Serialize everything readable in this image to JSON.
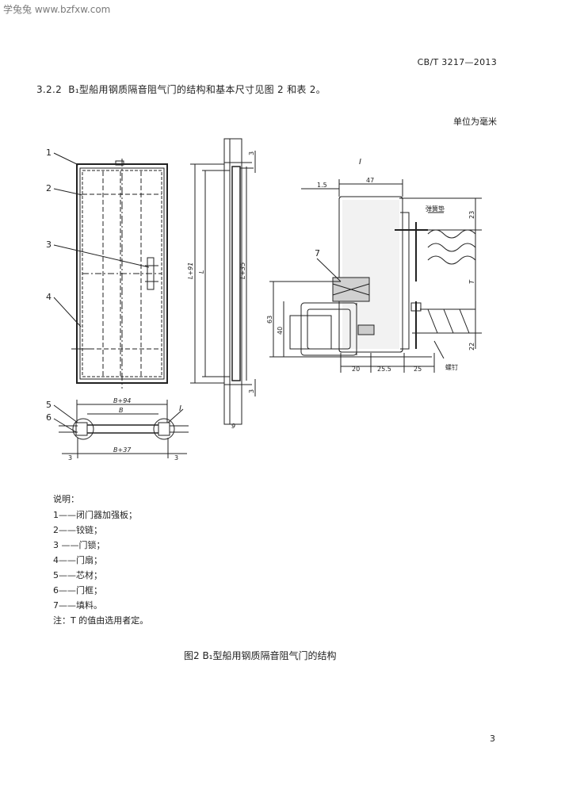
{
  "watermark": "学兔兔 www.bzfxw.com",
  "header": {
    "standard_no": "CB/T 3217—2013"
  },
  "clause": {
    "number": "3.2.2",
    "text": "B₁型船用钢质隔音阻气门的结构和基本尺寸见图 2 和表 2。"
  },
  "unit_note": "单位为毫米",
  "figure": {
    "callouts": [
      "1",
      "2",
      "3",
      "4",
      "5",
      "6",
      "7"
    ],
    "section_mark": "I",
    "labels": {
      "b_plus_94": "B+94",
      "b": "B",
      "b_plus_37": "B+37",
      "dim_3_left": "3",
      "dim_3_right": "3",
      "l_plus_91": "L+91",
      "l": "L",
      "l_plus_35": "L+35",
      "side_3_top": "3",
      "side_3_bottom": "3",
      "side_9": "9",
      "d_1_5": "1.5",
      "d_47": "47",
      "d_63": "63",
      "d_40": "40",
      "d_20": "20",
      "d_25_5": "25.5",
      "d_25": "25",
      "d_23": "23",
      "d_22": "22",
      "d_t": "T",
      "spring_washer": "弹簧垫",
      "screw": "螺钉"
    }
  },
  "legend": {
    "title": "说明：",
    "items": [
      "1——闭门器加强板；",
      "2——铰链；",
      "3 ——门锁；",
      "4——门扇；",
      "5——芯材；",
      "6——门框；",
      "7——填料。"
    ],
    "note": "注：T 的值由选用者定。"
  },
  "caption": "图2  B₁型船用钢质隔音阻气门的结构",
  "page_number": "3"
}
